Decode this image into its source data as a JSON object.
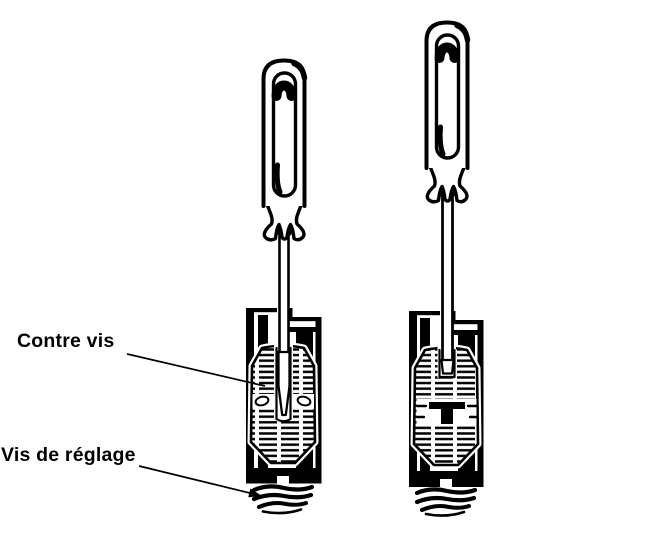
{
  "figure": {
    "type": "technical-illustration",
    "background_color": "#ffffff",
    "ink_color": "#000000",
    "labels": {
      "contre_vis": "Contre vis",
      "vis_de_reglage": "Vis de réglage"
    },
    "icons": {
      "left_figure": "screwdriver-through-lock-screw-reaching-adjustment-screw-icon",
      "right_figure": "screwdriver-engaging-lock-screw-icon",
      "contre_vis_pointer": "leader-line",
      "vis_de_reglage_pointer": "leader-arrow-line"
    }
  }
}
